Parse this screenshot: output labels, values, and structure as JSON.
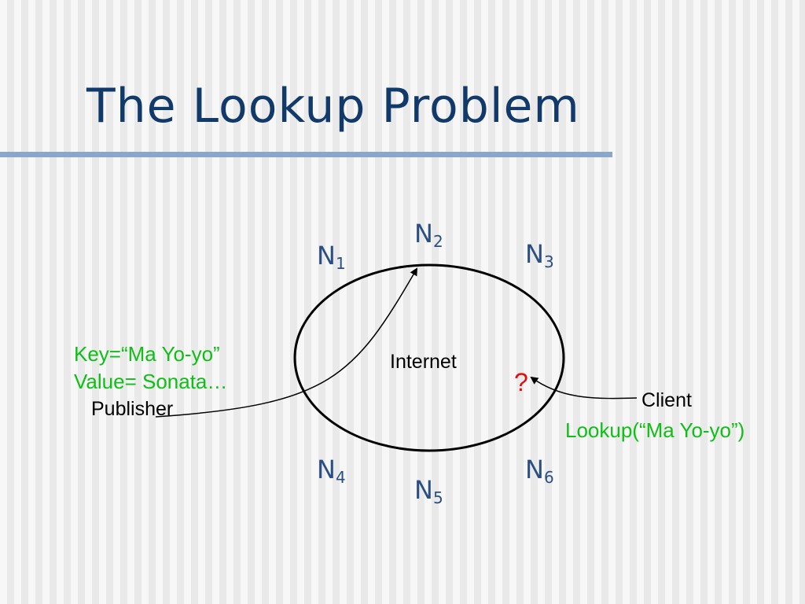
{
  "slide": {
    "title": "The Lookup Problem"
  },
  "diagram": {
    "nodes": [
      {
        "base": "N",
        "sub": "1"
      },
      {
        "base": "N",
        "sub": "2"
      },
      {
        "base": "N",
        "sub": "3"
      },
      {
        "base": "N",
        "sub": "4"
      },
      {
        "base": "N",
        "sub": "5"
      },
      {
        "base": "N",
        "sub": "6"
      }
    ],
    "center_label": "Internet",
    "query_mark": "?",
    "publisher": {
      "key_line": "Key=“Ma Yo-yo”",
      "value_line": "Value= Sonata…",
      "label": "Publisher"
    },
    "client": {
      "label": "Client",
      "lookup": "Lookup(“Ma Yo-yo”)"
    }
  },
  "colors": {
    "title": "#113a6b",
    "node_label": "#2b4f82",
    "highlight_text": "#0fbf16",
    "query_mark": "#e01010",
    "rule": "#8aa6c8"
  }
}
